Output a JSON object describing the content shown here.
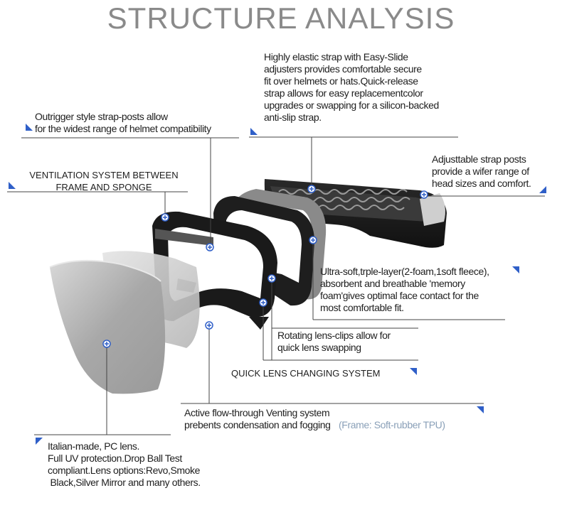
{
  "title": "STRUCTURE ANALYSIS",
  "callouts": {
    "strap": {
      "lines": [
        "Highly elastic strap with Easy-Slide",
        "adjusters provides comfortable secure",
        "fit over helmets or hats.Quick-release",
        "strap allows for easy replacementcolor",
        "upgrades or swapping for a silicon-backed",
        "anti-slip strap."
      ]
    },
    "outrigger": {
      "lines": [
        "Outrigger style strap-posts allow",
        "for the widest range of helmet compatibility"
      ]
    },
    "ventilation": {
      "lines": [
        "VENTILATION SYSTEM BETWEEN",
        "FRAME AND SPONGE"
      ]
    },
    "strap_posts": {
      "lines": [
        "Adjusttable strap posts",
        "provide a wifer range of",
        "head sizes and comfort."
      ]
    },
    "foam": {
      "lines": [
        "Ultra-soft,trple-layer(2-foam,1soft fleece),",
        "absorbent and breathable 'memory",
        "foam'gives optimal face  contact for the",
        "most comfortable fit."
      ]
    },
    "lens_clips": {
      "lines": [
        "Rotating lens-clips allow for",
        "quick lens swapping"
      ]
    },
    "quick_lens": {
      "lines": [
        "QUICK LENS CHANGING SYSTEM"
      ]
    },
    "venting": {
      "lines": [
        "Active flow-through Venting system",
        "prebents condensation and fogging"
      ],
      "frame_note": "(Frame: Soft-rubber TPU)"
    },
    "lens": {
      "lines": [
        "Italian-made, PC lens.",
        "Full UV protection.Drop Ball Test",
        "compliant.Lens options:Revo,Smoke",
        " Black,Silver Mirror and many others."
      ]
    }
  },
  "colors": {
    "marker": "#2f5fc8",
    "line": "#444444",
    "title": "#8a8a8a",
    "frame": "#1c1c1c",
    "lens": "#a9a9a9",
    "foam": "#8c8c8c"
  },
  "icons": [
    "plus-marker-icon",
    "corner-triangle-icon"
  ]
}
